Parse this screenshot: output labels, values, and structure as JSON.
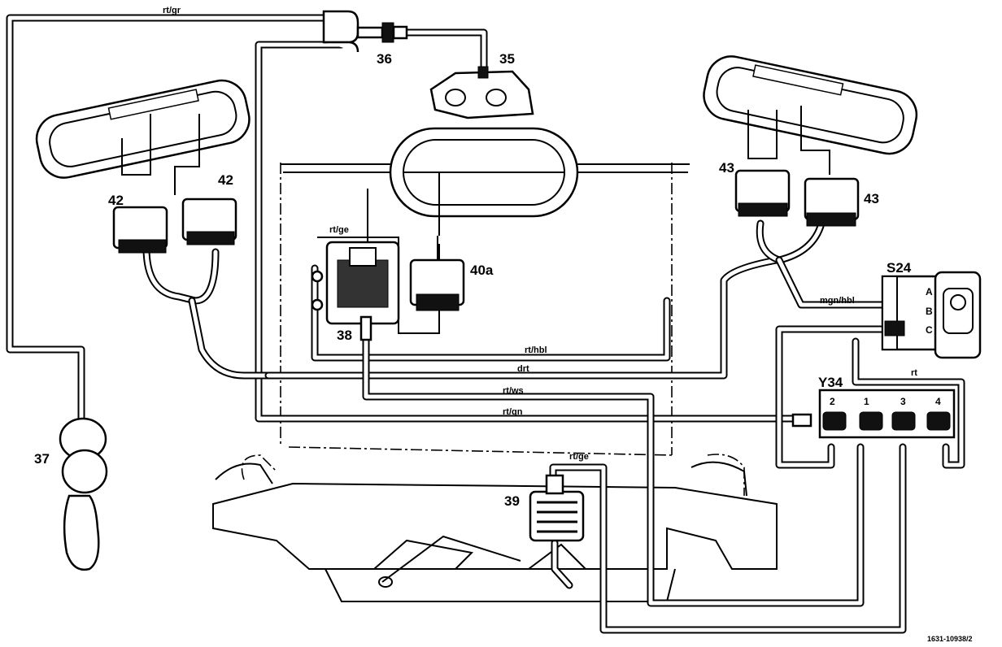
{
  "labels": {
    "vacuum_reservoir": "37",
    "check_valve": "36",
    "fitting": "35",
    "left_elements": "42",
    "right_elements": "43",
    "valve_38": "38",
    "element_40a": "40a",
    "element_39": "39",
    "switch": "S24",
    "solenoid_block": "Y34"
  },
  "switch_ports": [
    "A",
    "B",
    "C"
  ],
  "valve_ports": [
    "2",
    "1",
    "3",
    "4"
  ],
  "wire_labels": {
    "top": "rt/gr",
    "valve38": "rt/ge",
    "rt_hbl": "rt/hbl",
    "drt": "drt",
    "rt_ws": "rt/ws",
    "rt_gn": "rt/gn",
    "rt_ge_39": "rt/ge",
    "mgn_hbl": "mgn/hbl",
    "rt": "rt"
  },
  "reference": "1631-10938/2"
}
